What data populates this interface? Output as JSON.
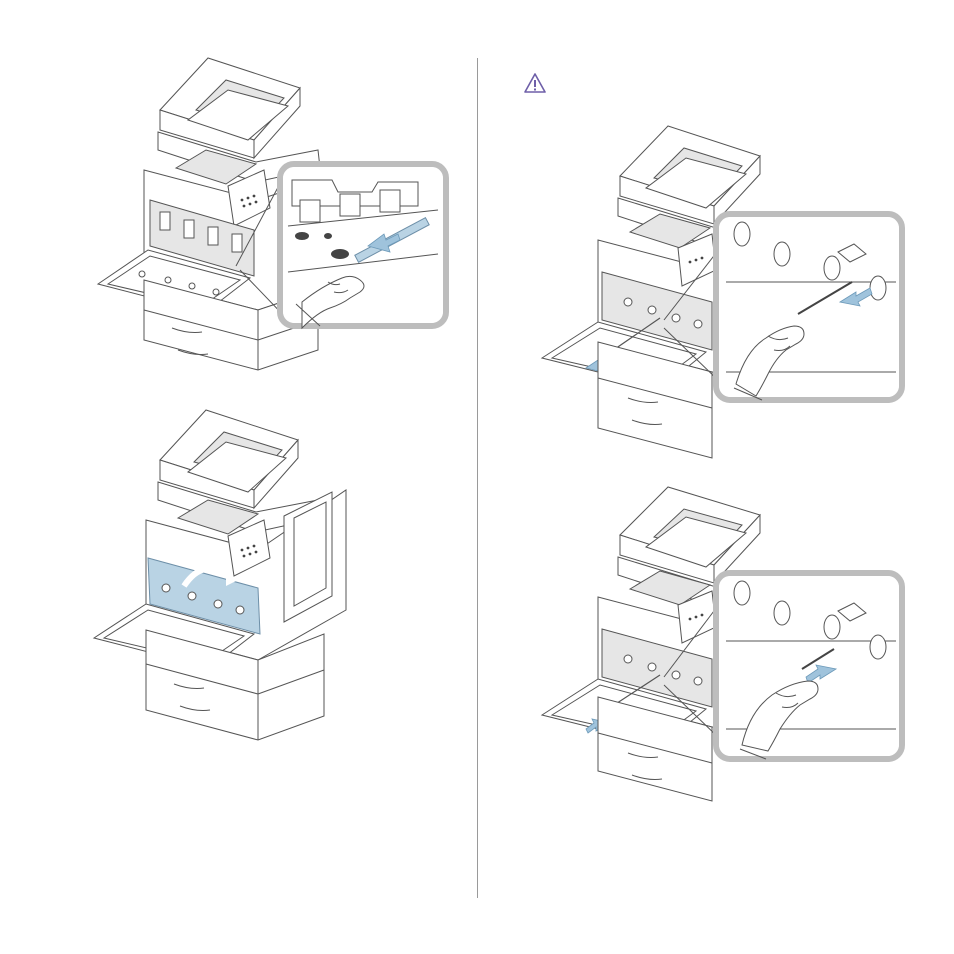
{
  "page": {
    "caution_icon": "warning-triangle-icon",
    "figures": [
      {
        "id": "fig1",
        "icon": "printer-open-front-cleaning-rod-illustration"
      },
      {
        "id": "fig2",
        "icon": "printer-open-front-cover-illustration"
      },
      {
        "id": "fig3",
        "icon": "printer-cleaning-rod-pull-out-illustration"
      },
      {
        "id": "fig4",
        "icon": "printer-cleaning-rod-push-in-illustration"
      }
    ],
    "colors": {
      "accent_blue": "#9fc3dc",
      "line": "#555555",
      "zoom_frame": "#bdbdbd",
      "divider": "#9a9a9a"
    }
  }
}
